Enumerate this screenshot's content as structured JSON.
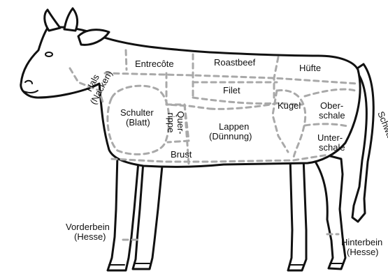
{
  "labels": {
    "hals": "Hals",
    "nacken": "(Nacken)",
    "entrecote": "Entrecôte",
    "roastbeef": "Roastbeef",
    "huefte": "Hüfte",
    "filet": "Filet",
    "schulter": "Schulter",
    "blatt": "(Blatt)",
    "quer": "Quer-",
    "rippe": "rippe",
    "lappen": "Lappen",
    "duennung": "(Dünnung)",
    "brust": "Brust",
    "kugel": "Kugel",
    "ober": "Ober-",
    "oberschale": "schale",
    "unter": "Unter-",
    "unterschale": "schale",
    "schwanz": "Schwanz",
    "vorderbein": "Vorderbein",
    "vorderbein_hesse": "(Hesse)",
    "hinterbein": "Hinterbein",
    "hinterbein_hesse": "(Hesse)"
  },
  "colors": {
    "outline": "#111111",
    "cut_lines": "#a9a9a9",
    "background": "#ffffff"
  }
}
